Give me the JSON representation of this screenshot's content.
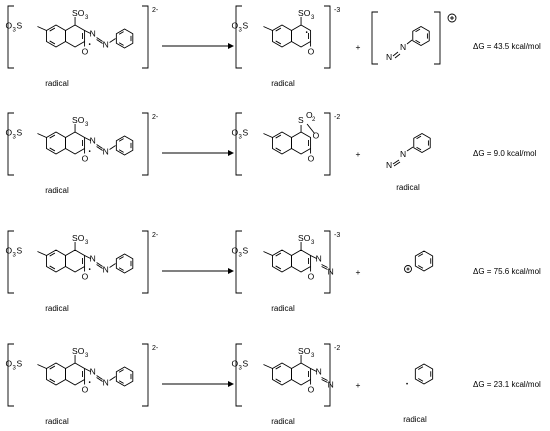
{
  "reactions": [
    {
      "reactant": {
        "so3_left": "O",
        "so3_left_sub": "3",
        "so3_left_s": "S",
        "so3_top": "SO",
        "so3_top_sub": "3",
        "n1": "N",
        "n2": "N",
        "oxygen": "O",
        "radical_dot": "•",
        "charge": "2-",
        "caption": "radical"
      },
      "product1": {
        "so3_left": "O",
        "so3_left_sub": "3",
        "so3_left_s": "S",
        "so3_top": "SO",
        "so3_top_sub": "3",
        "oxygen": "O",
        "radical_dot": "•",
        "charge": "-3",
        "caption": "radical"
      },
      "product2": {
        "n1": "N",
        "n2": "N",
        "charge": "⊕",
        "caption": ""
      },
      "plus": "+",
      "delta_g": "ΔG = 43.5 kcal/mol"
    },
    {
      "reactant": {
        "so3_left": "O",
        "so3_left_sub": "3",
        "so3_left_s": "S",
        "so3_top": "SO",
        "so3_top_sub": "3",
        "n1": "N",
        "n2": "N",
        "oxygen": "O",
        "radical_dot": "•",
        "charge": "2-",
        "caption": "radical"
      },
      "product1": {
        "so3_left": "O",
        "so3_left_sub": "3",
        "so3_left_s": "S",
        "s": "S",
        "o2": "O",
        "o2_sub": "2",
        "ring_o": "O",
        "oxygen": "O",
        "charge": "-2",
        "caption": ""
      },
      "product2": {
        "n1": "N",
        "n2": "N",
        "caption": "radical"
      },
      "plus": "+",
      "delta_g": "ΔG = 9.0 kcal/mol"
    },
    {
      "reactant": {
        "so3_left": "O",
        "so3_left_sub": "3",
        "so3_left_s": "S",
        "so3_top": "SO",
        "so3_top_sub": "3",
        "n1": "N",
        "n2": "N",
        "oxygen": "O",
        "radical_dot": "•",
        "charge": "2-",
        "caption": "radical"
      },
      "product1": {
        "so3_left": "O",
        "so3_left_sub": "3",
        "so3_left_s": "S",
        "so3_top": "SO",
        "so3_top_sub": "3",
        "n1": "N",
        "n2": "N",
        "oxygen": "O",
        "charge": "-3",
        "caption": "radical"
      },
      "product2": {
        "charge": "⊕",
        "caption": ""
      },
      "plus": "+",
      "delta_g": "ΔG = 75.6 kcal/mol"
    },
    {
      "reactant": {
        "so3_left": "O",
        "so3_left_sub": "3",
        "so3_left_s": "S",
        "so3_top": "SO",
        "so3_top_sub": "3",
        "n1": "N",
        "n2": "N",
        "oxygen": "O",
        "radical_dot": "•",
        "charge": "2-",
        "caption": "radical"
      },
      "product1": {
        "so3_left": "O",
        "so3_left_sub": "3",
        "so3_left_s": "S",
        "so3_top": "SO",
        "so3_top_sub": "3",
        "n1": "N",
        "n2": "N",
        "oxygen": "O",
        "charge": "-2",
        "caption": "radical"
      },
      "product2": {
        "radical_dot": "•",
        "caption": "radical"
      },
      "plus": "+",
      "delta_g": "ΔG = 23.1 kcal/mol"
    }
  ]
}
